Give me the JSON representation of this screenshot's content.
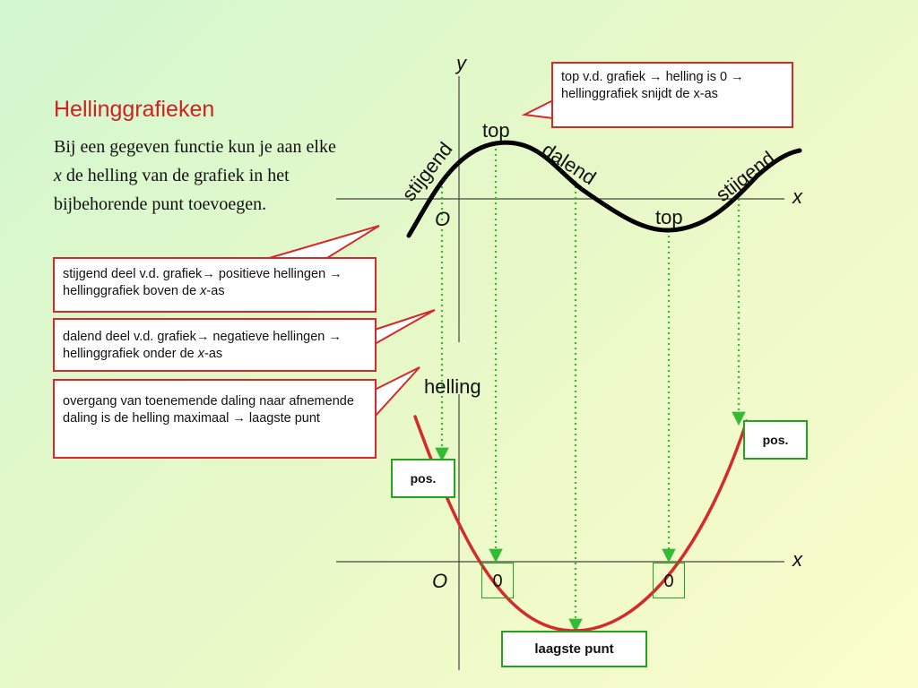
{
  "title": "Hellinggrafieken",
  "intro": {
    "part1": "Bij een gegeven functie kun je aan elke ",
    "var": "x",
    "part2": " de helling van de grafiek in het bijbehorende punt toevoegen."
  },
  "callouts": {
    "top": {
      "text": "top v.d. grafiek → helling is 0 → hellinggrafiek snijdt de x-as"
    },
    "stijgend": {
      "text1": "stijgend deel v.d. grafiek→ positieve hellingen → hellinggrafiek boven de ",
      "var": "x",
      "text2": "-as"
    },
    "dalend": {
      "text1": "dalend deel v.d. grafiek→ negatieve hellingen → hellinggrafiek onder de ",
      "var": "x",
      "text2": "-as"
    },
    "overgang": {
      "text": "overgang van toenemende daling naar afnemende daling is de helling maximaal → laagste punt"
    }
  },
  "graph_top": {
    "y_label": "y",
    "x_label": "x",
    "origin_label": "O",
    "labels": {
      "stijgend_left": "stijgend",
      "top_left": "top",
      "dalend": "dalend",
      "top_right": "top",
      "stijgend_right": "stijgend"
    }
  },
  "graph_bottom": {
    "y_label": "helling",
    "x_label": "x",
    "origin_label": "O",
    "zero_left": "0",
    "zero_right": "0",
    "pos_left": "pos.",
    "pos_right": "pos.",
    "lowest": "laagste punt"
  },
  "colors": {
    "curve_top": "#000000",
    "curve_bottom": "#d42a2a",
    "callout_border": "#d42a2a",
    "guide_lines": "#33bb33",
    "title": "#cc2222"
  }
}
